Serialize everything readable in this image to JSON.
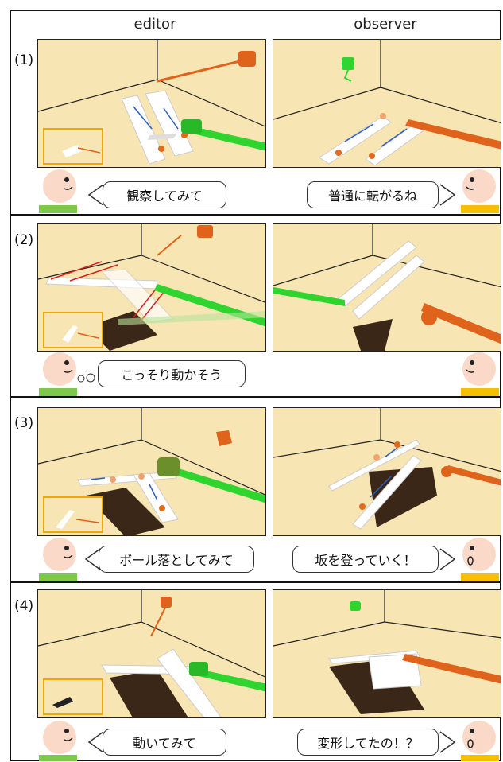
{
  "headers": {
    "editor": "editor",
    "observer": "observer"
  },
  "panels": [
    {
      "label": "(1)",
      "editor_says": "観察してみて",
      "observer_says": "普通に転がるね",
      "editor_thought": false
    },
    {
      "label": "(2)",
      "editor_says": "こっそり動かそう",
      "observer_says": "",
      "editor_thought": true
    },
    {
      "label": "(3)",
      "editor_says": "ボール落としてみて",
      "observer_says": "坂を登っていく！",
      "editor_thought": false
    },
    {
      "label": "(4)",
      "editor_says": "動いてみて",
      "observer_says": "変形してたの！？",
      "editor_thought": false
    }
  ],
  "colors": {
    "editor": "#7dc94c",
    "observer": "#f5c000",
    "room": "#f7e6b3",
    "editor_hand": "#2fd42f",
    "observer_hand": "#e0631c",
    "arrow_blue": "#2c5fbf",
    "arrow_red": "#d81e1e"
  }
}
